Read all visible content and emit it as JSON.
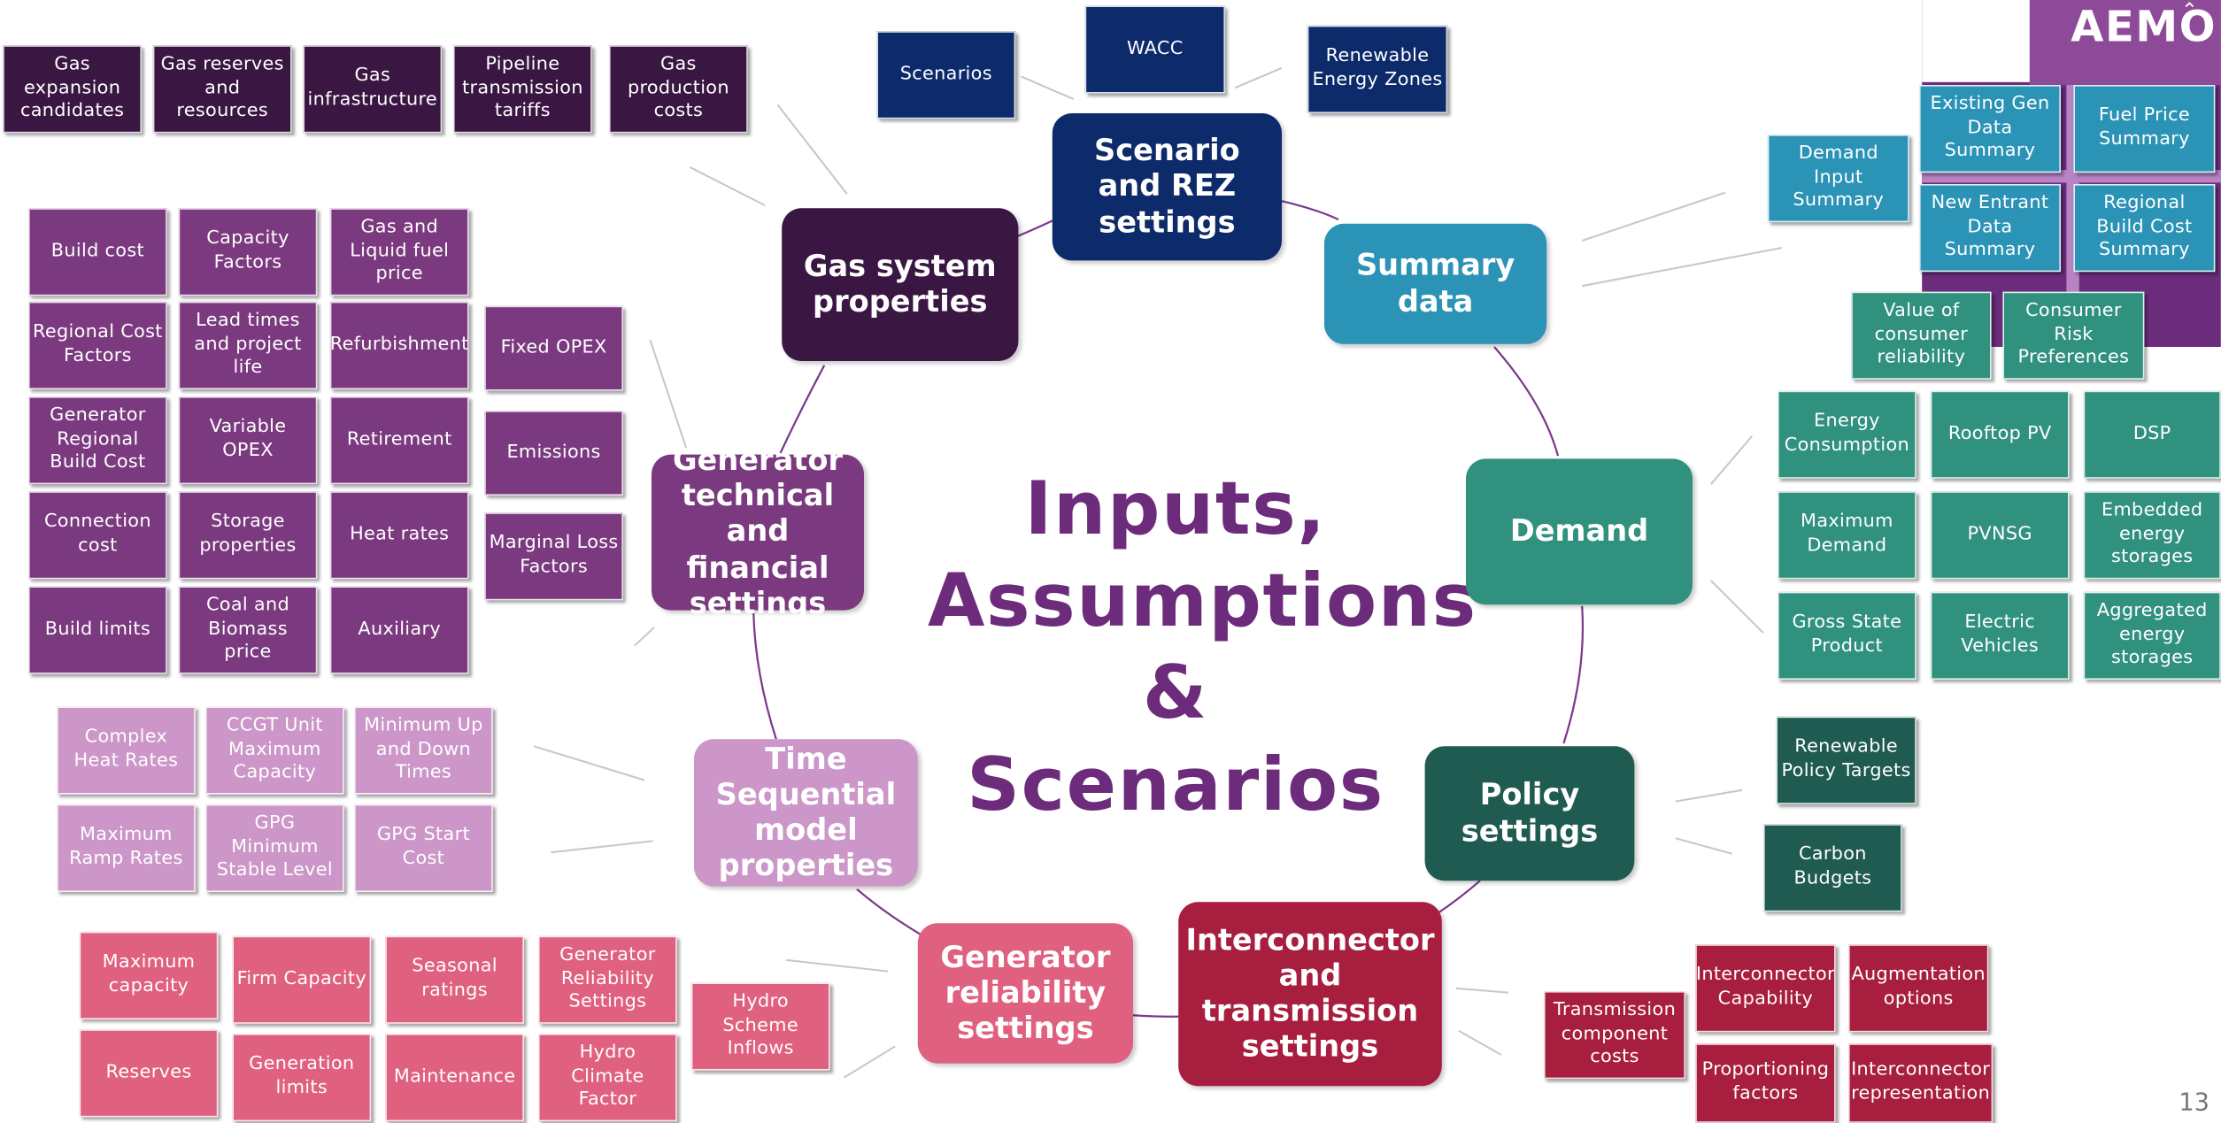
{
  "title_lines": [
    "Inputs,",
    "Assumptions",
    "& Scenarios"
  ],
  "logo": "AEMO",
  "page_number": "13",
  "hubs": {
    "scenario": "Scenario and REZ settings",
    "summary": "Summary data",
    "demand": "Demand",
    "policy": "Policy settings",
    "interconnector": "Interconnector and transmission settings",
    "reliability": "Generator reliability settings",
    "time_sequential": "Time Sequential model properties",
    "generator": "Generator technical and financial settings",
    "gas": "Gas system properties"
  },
  "scenario_items": [
    "Scenarios",
    "WACC",
    "Renewable Energy Zones"
  ],
  "summary_items": [
    "Demand Input Summary",
    "Existing Gen Data Summary",
    "Fuel Price Summary",
    "New Entrant Data Summary",
    "Regional Build Cost Summary"
  ],
  "demand_items": [
    "Value of consumer reliability",
    "Consumer Risk Preferences",
    "Energy Consumption",
    "Rooftop PV",
    "DSP",
    "Maximum Demand",
    "PVNSG",
    "Embedded energy storages",
    "Gross State Product",
    "Electric Vehicles",
    "Aggregated energy storages"
  ],
  "policy_items": [
    "Renewable Policy Targets",
    "Carbon Budgets"
  ],
  "interconnector_items": [
    "Transmission component costs",
    "Interconnector Capability",
    "Augmentation options",
    "Proportioning factors",
    "Interconnector representation"
  ],
  "reliability_items": [
    "Maximum capacity",
    "Firm Capacity",
    "Seasonal ratings",
    "Generator Reliability Settings",
    "Hydro Scheme Inflows",
    "Reserves",
    "Generation limits",
    "Maintenance",
    "Hydro Climate Factor"
  ],
  "time_sequential_items": [
    "Complex Heat Rates",
    "CCGT Unit Maximum Capacity",
    "Minimum Up and Down Times",
    "Maximum Ramp Rates",
    "GPG Minimum Stable Level",
    "GPG Start Cost"
  ],
  "generator_items": [
    "Build cost",
    "Capacity Factors",
    "Gas and Liquid fuel price",
    "Regional Cost Factors",
    "Lead times and project life",
    "Refurbishment",
    "Fixed OPEX",
    "Generator Regional Build Cost",
    "Variable OPEX",
    "Retirement",
    "Emissions",
    "Connection cost",
    "Storage properties",
    "Heat rates",
    "Marginal Loss Factors",
    "Build limits",
    "Coal and Biomass price",
    "Auxiliary"
  ],
  "gas_items": [
    "Gas expansion candidates",
    "Gas reserves and resources",
    "Gas infrastructure",
    "Pipeline transmission tariffs",
    "Gas production costs"
  ],
  "colors": {
    "title": "#6d2c7b",
    "scenario": "#0d2a6b",
    "summary": "#2a93b6",
    "demand": "#30917f",
    "policy": "#1f5b50",
    "interconnector": "#a81e3e",
    "reliability": "#e0607f",
    "time_sequential": "#cc96c9",
    "generator": "#7b3a7f",
    "gas": "#3a1642",
    "brand": "#6c2c7c"
  }
}
